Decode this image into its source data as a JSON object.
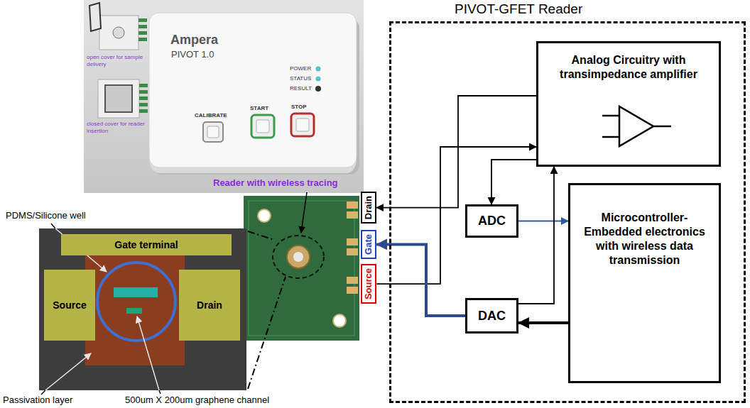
{
  "diagram": {
    "nodes": [
      {
        "text": [
          "PIVOT-GFET Reader"
        ]
      },
      {
        "text": [
          "Analog Circuitry with transimpedance amplifier"
        ],
        "in": 0
      },
      {
        "text": [
          "ADC"
        ],
        "in": 0
      },
      {
        "text": [
          "Microcontroller-Embedded electronics with wireless data transmission"
        ],
        "in": 0
      },
      {
        "text": [
          "DAC"
        ],
        "in": 0
      },
      {
        "text": [
          "Gate terminal"
        ]
      },
      {
        "text": [
          "Source"
        ]
      },
      {
        "text": [
          "Drain"
        ]
      },
      {
        "text": [
          "Drain"
        ]
      },
      {
        "text": [
          "Gate"
        ]
      },
      {
        "text": [
          "Source"
        ]
      }
    ],
    "edges": [
      {
        "from": 1,
        "to": 8,
        "arrow": "to"
      },
      {
        "from": 10,
        "to": 1,
        "arrow": "to"
      },
      {
        "from": 1,
        "to": 2,
        "arrow": "to"
      },
      {
        "from": 2,
        "to": 3,
        "arrow": "to"
      },
      {
        "from": 3,
        "to": 4,
        "arrow": "to"
      },
      {
        "from": 4,
        "to": 1,
        "arrow": "to"
      },
      {
        "from": 4,
        "to": 9,
        "arrow": "to"
      }
    ],
    "labels": [
      "Ampera",
      "PIVOT 1.0",
      "POWER",
      "STATUS",
      "RESULT",
      "CALIBRATE",
      "START",
      "STOP",
      "open cover for sample delivery",
      "closed cover for reader insertion",
      "Reader with wireless tracing",
      "PDMS/Silicone well",
      "Passivation layer",
      "500um X 200um graphene channel"
    ]
  }
}
